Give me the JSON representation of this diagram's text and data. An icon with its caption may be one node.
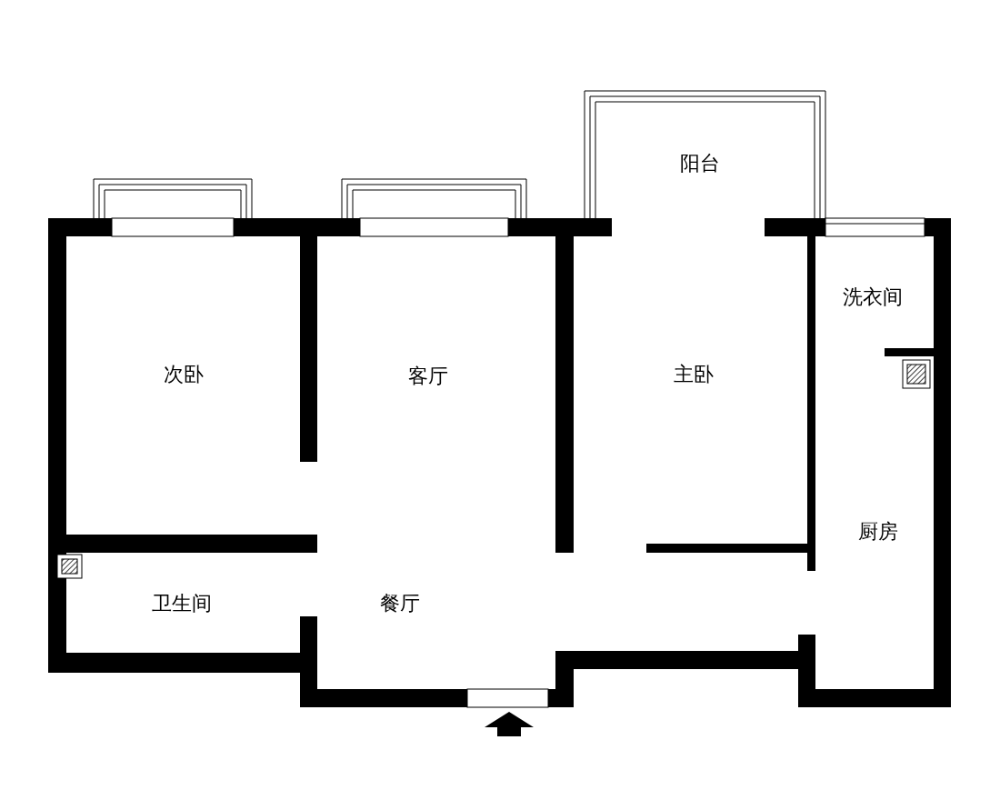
{
  "diagram": {
    "labels": [
      "阳台",
      "次卧",
      "客厅",
      "主卧",
      "洗衣间",
      "厨房",
      "卫生间",
      "餐厅"
    ]
  }
}
